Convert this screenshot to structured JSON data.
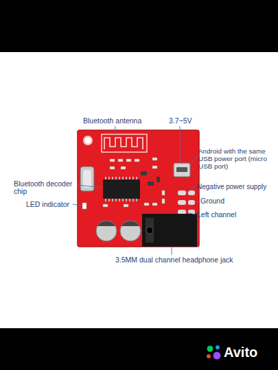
{
  "diagram": {
    "labels": [
      "Bluetooth antenna",
      "3.7~5V",
      "Android with the same USB power port (micro USB port)",
      "Bluetooth decoder chip",
      "LED indicator",
      "Negative power supply",
      "Ground",
      "Left channel",
      "3.5MM dual channel headphone jack",
      "Avito"
    ]
  }
}
